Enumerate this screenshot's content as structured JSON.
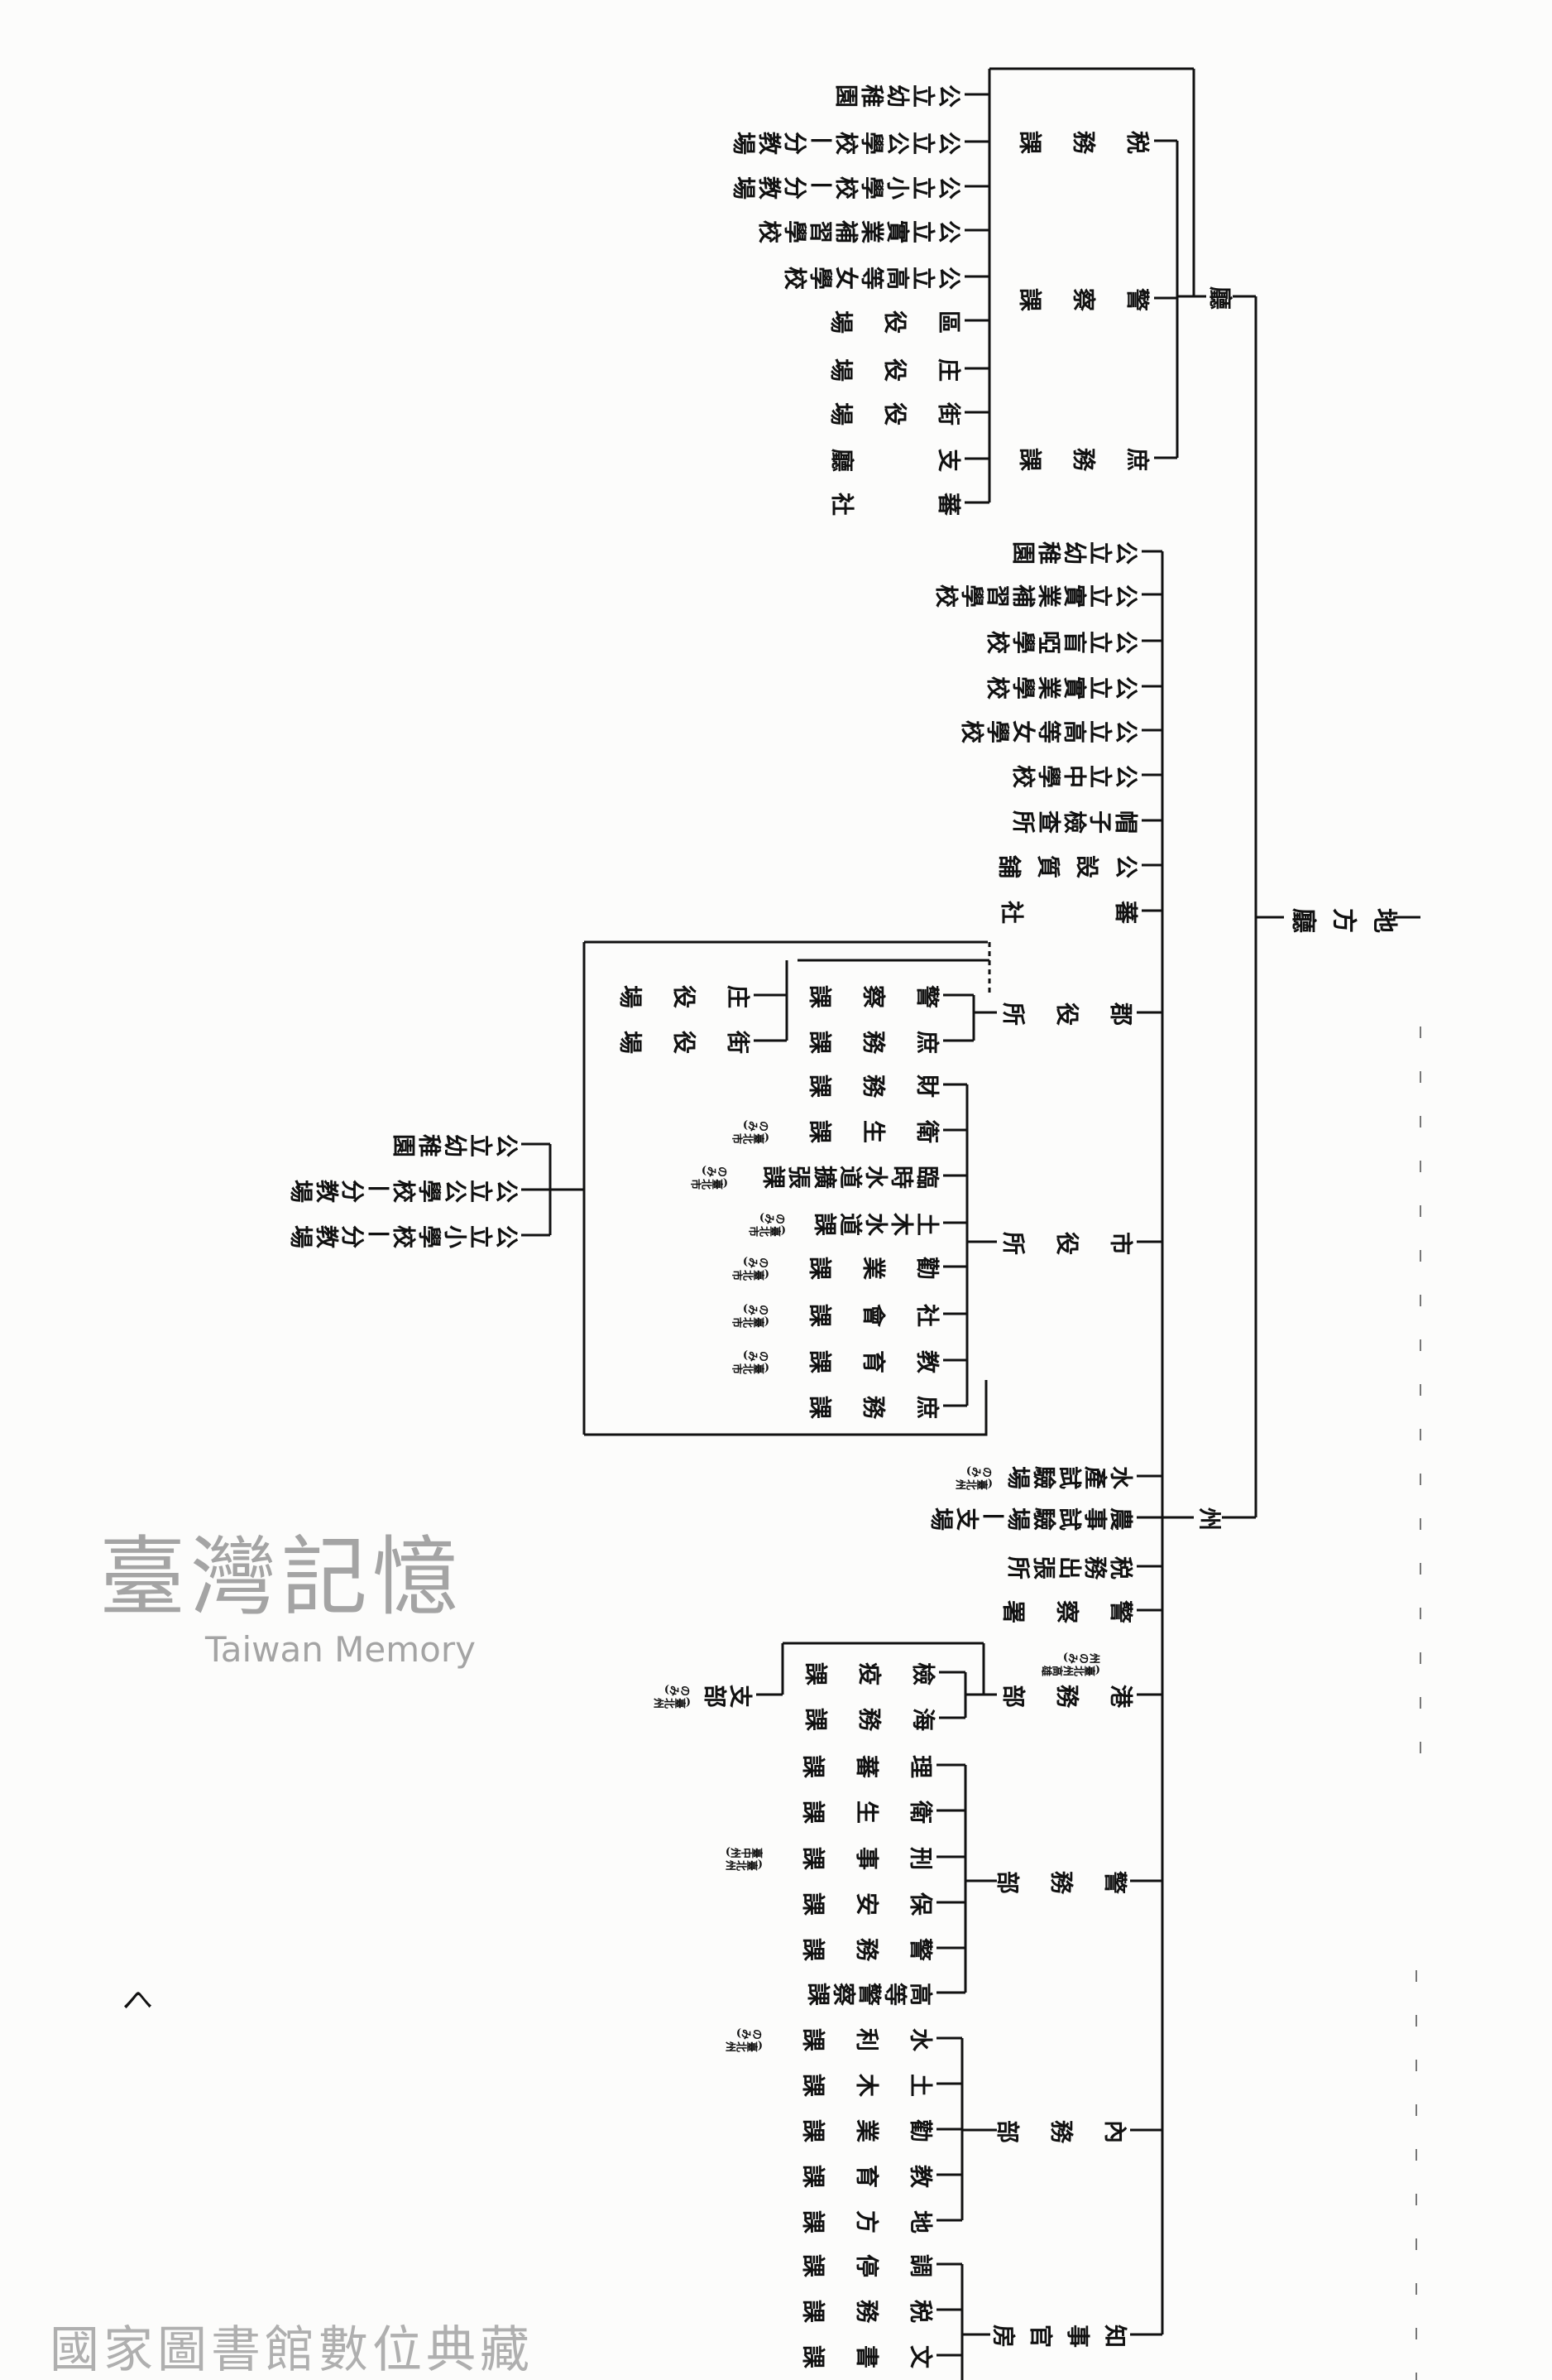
{
  "chart": {
    "root": "地方廳",
    "cho": {
      "label": "廳",
      "sections": [
        "税務課",
        "警察課",
        "庶務課"
      ],
      "units": [
        "公立幼稚園",
        "公立公學校—分教場",
        "公立小學校—分教場",
        "公立實業補習學校",
        "公立高等女學校",
        "區役場",
        "庄役場",
        "街役場",
        "支廳",
        "蕃社"
      ]
    },
    "shu": {
      "label": "州",
      "units": [
        "公立幼稚園",
        "公立實業補習學校",
        "公立盲啞學校",
        "公立實業學校",
        "公立高等女學校",
        "公立中學校",
        "帽子檢查所",
        "公設質舖",
        "蕃社"
      ],
      "gun": {
        "label": "郡役所",
        "sections": [
          "警察課",
          "庶務課"
        ],
        "subunits": [
          "庄役場",
          "街役場"
        ],
        "schools": [
          "公立幼稚園",
          "公立公學校—分教場",
          "公立小學校—分教場"
        ]
      },
      "shi": {
        "label": "市役所",
        "sections": [
          "財務課",
          "衛生課",
          "臨時水道擴張課",
          "土木水道課",
          "勸業課",
          "社會課",
          "教育課",
          "庶務課"
        ],
        "note": "(臺北市のみ)"
      },
      "institutions": [
        "水產試驗場",
        "農事試驗場—支場",
        "税務出張所",
        "警察署"
      ],
      "institution_note": "(臺北州のみ)",
      "kobu": {
        "label": "港務部",
        "note": "(臺北州高雄州のみ)",
        "sections": [
          "檢疫課",
          "海務課"
        ],
        "branch": "支部",
        "branch_note": "(臺北州のみ)"
      },
      "keimubu": {
        "label": "警務部",
        "sections": [
          "理蕃課",
          "衛生課",
          "刑事課",
          "保安課",
          "警務課",
          "高等警察課"
        ],
        "note": "(臺北州臺中州)"
      },
      "naimubu": {
        "label": "內務部",
        "sections": [
          "水利課",
          "土木課",
          "勸業課",
          "教育課",
          "地方課"
        ],
        "note": "(臺北州のみ)"
      },
      "chiji": {
        "label": "知事官房",
        "sections": [
          "調停課",
          "税務課",
          "文書課"
        ]
      }
    }
  },
  "page_mark": "く",
  "watermark": {
    "logo": "臺灣記憶",
    "logo_en": "Taiwan Memory",
    "footer": "國家圖書館數位典藏"
  },
  "colors": {
    "ink": "#111111",
    "watermark": "#8c8c8c",
    "paper": "#fcfcfb"
  }
}
